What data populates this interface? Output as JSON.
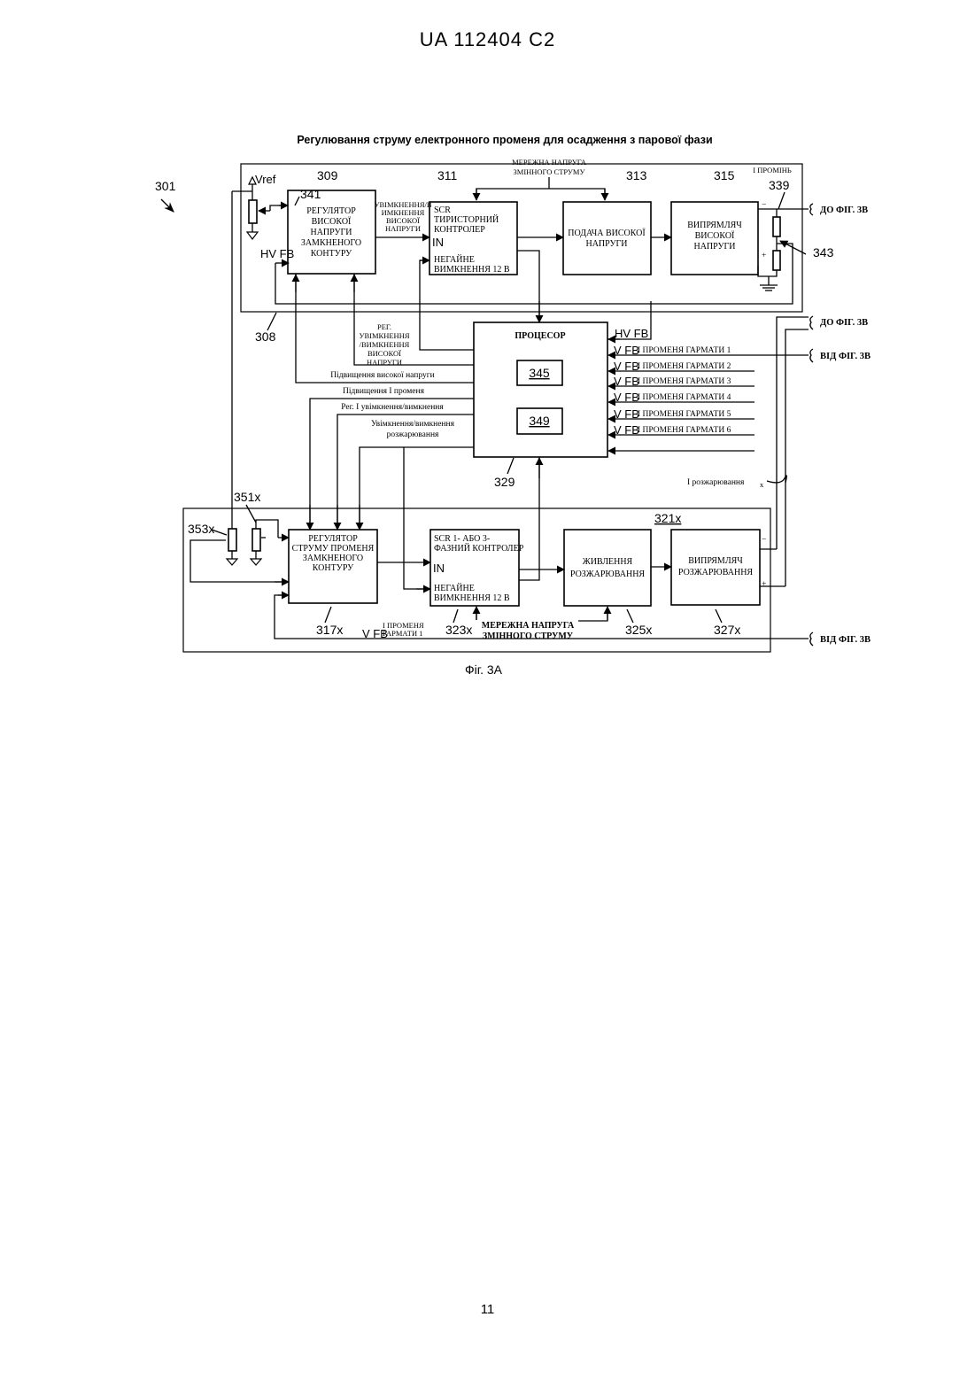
{
  "page": {
    "header": "UA   112404   C2",
    "page_number": "11"
  },
  "diagram": {
    "title": "Регулювання струму електронного променя для осадження з парової фази",
    "caption": "Фіг. 3А",
    "refs": {
      "r301": "301",
      "r308": "308",
      "r309": "309",
      "r311": "311",
      "r313": "313",
      "r315": "315",
      "r339": "339",
      "r341": "341",
      "r343": "343",
      "r329": "329",
      "r345": "345",
      "r349": "349",
      "r351": "351x",
      "r353": "353x",
      "r317": "317x",
      "r323": "323x",
      "r325": "325x",
      "r327": "327x",
      "r321": "321x"
    },
    "top": {
      "mains_l1": "МЕРЕЖНА НАПРУГА",
      "mains_l2": "ЗМІННОГО СТРУМУ",
      "beam": "І ПРОМІНЬ",
      "vref": "Vref",
      "hvfb": "HV FB",
      "b309": [
        "РЕГУЛЯТОР",
        "ВИСОКОЇ",
        "НАПРУГИ",
        "ЗАМКНЕНОГО",
        "КОНТУРУ"
      ],
      "onoff_small": [
        "УВІМКНЕННЯ/В",
        "ИМКНЕННЯ",
        "ВИСОКОЇ",
        "НАПРУГИ"
      ],
      "b311_top": [
        "SCR",
        "ТИРИСТОРНИЙ",
        "КОНТРОЛЕР"
      ],
      "b311_in": "IN",
      "b311_bottom": [
        "НЕГАЙНЕ",
        "ВИМКНЕННЯ 12 В"
      ],
      "b313": [
        "ПОДАЧА ВИСОКОЇ",
        "НАПРУГИ"
      ],
      "b315": [
        "ВИПРЯМЛЯЧ",
        "ВИСОКОЇ",
        "НАПРУГИ"
      ],
      "minus": "−",
      "plus": "+"
    },
    "processor": {
      "label": "ПРОЦЕСОР",
      "reg_small": [
        "РЕГ.",
        "УВІМКНЕННЯ",
        "/ВИМКНЕННЯ",
        "ВИСОКОЇ",
        "НАПРУГИ"
      ],
      "hv_raise": "Підвищення високої напруги",
      "beam_raise": "Підвищення І променя",
      "beam_reg": "Рег. І увімкнення/вимкнення",
      "fil_onoff": [
        "Увімкнення/вимкнення",
        "розжарювання"
      ],
      "hvfb": "HV FB",
      "vfb": "V FB",
      "gun_inputs": [
        "І ПРОМЕНЯ ГАРМАТИ 1",
        "І ПРОМЕНЯ ГАРМАТИ 2",
        "І ПРОМЕНЯ ГАРМАТИ 3",
        "І ПРОМЕНЯ ГАРМАТИ 4",
        "І ПРОМЕНЯ ГАРМАТИ 5",
        "І ПРОМЕНЯ ГАРМАТИ 6"
      ]
    },
    "bottom": {
      "b317": [
        "РЕГУЛЯТОР",
        "СТРУМУ ПРОМЕНЯ",
        "ЗАМКНЕНОГО",
        "КОНТУРУ"
      ],
      "b323_top": [
        "SCR 1- АБО 3-",
        "ФАЗНИЙ КОНТРОЛЕР"
      ],
      "b323_in": "IN",
      "b323_bottom": [
        "НЕГАЙНЕ",
        "ВИМКНЕННЯ 12 В"
      ],
      "b325": [
        "ЖИВЛЕННЯ",
        "РОЗЖАРЮВАННЯ"
      ],
      "b327": [
        "ВИПРЯМЛЯЧ",
        "РОЗЖАРЮВАННЯ"
      ],
      "mains_l1": "МЕРЕЖНА НАПРУГА",
      "mains_l2": "ЗМІННОГО СТРУМУ",
      "vfb": "V FB",
      "beam_gun": [
        "І ПРОМЕНЯ",
        "ГАРМАТИ 1"
      ],
      "fil_current": "І розжарювання",
      "fil_sub": "x"
    },
    "external": {
      "to3b_1": "ДО ФІГ. 3В",
      "to3b_2": "ДО ФІГ. 3В",
      "from3b_1": "ВІД ФІГ. 3В",
      "from3b_2": "ВІД ФІГ. 3В"
    }
  }
}
